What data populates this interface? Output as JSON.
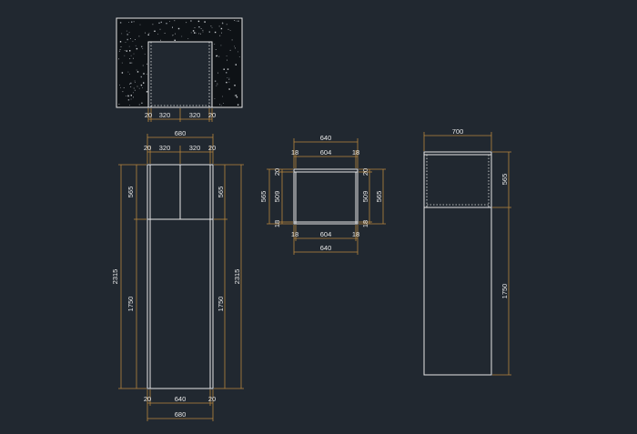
{
  "colors": {
    "background": "#212830",
    "object_line": "#e6e6e6",
    "dimension_line": "#b8863e",
    "text": "#e8e8e8",
    "hatch_fill": "#0e1216"
  },
  "plan_view": {
    "dims_bottom": [
      "20",
      "320",
      "320",
      "20"
    ]
  },
  "front_view": {
    "top_total": "680",
    "top_parts": [
      "20",
      "320",
      "320",
      "20"
    ],
    "left_upper": "565",
    "left_lower": "1750",
    "left_total": "2315",
    "right_upper": "565",
    "right_lower": "1750",
    "right_total": "2315",
    "bottom_parts": [
      "20",
      "640",
      "20"
    ],
    "bottom_total": "680"
  },
  "section_view": {
    "top_total": "640",
    "top_parts": [
      "18",
      "604",
      "18"
    ],
    "left_small_top": "20",
    "left_inner": "509",
    "left_total": "565",
    "left_small_bottom": "18",
    "right_small_top": "20",
    "right_inner": "509",
    "right_total": "565",
    "right_small_bottom": "18",
    "bottom_parts": [
      "18",
      "604",
      "18"
    ],
    "bottom_total": "640"
  },
  "side_view": {
    "top_width": "700",
    "right_upper": "565",
    "right_lower": "1750"
  }
}
